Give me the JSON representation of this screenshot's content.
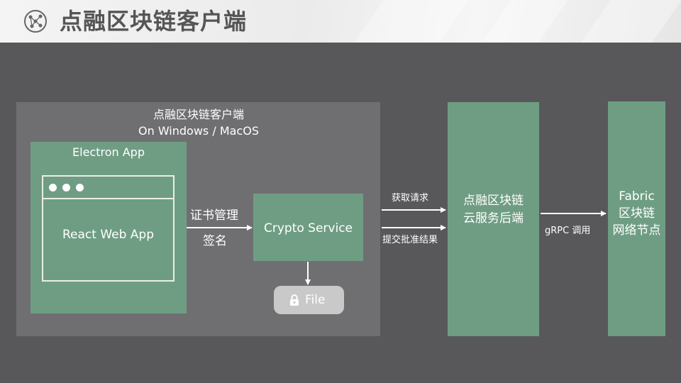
{
  "header": {
    "title": "点融区块链客户端",
    "logo_icon": "network-globe-icon"
  },
  "client": {
    "title_line1": "点融区块链客户端",
    "title_line2": "On Windows / MacOS",
    "electron_label": "Electron App",
    "react_label": "React Web App",
    "crypto_label": "Crypto Service",
    "file_label": "File",
    "file_icon": "lock-icon"
  },
  "edges": {
    "cert_manage": "证书管理",
    "sign": "签名",
    "fetch_request": "获取请求",
    "submit_result": "提交批准结果",
    "grpc_call": "gRPC 调用"
  },
  "cloud": {
    "line1": "点融区块链",
    "line2": "云服务后端"
  },
  "fabric": {
    "line1": "Fabric",
    "line2": "区块链",
    "line3": "网络节点"
  },
  "colors": {
    "node_green": "#6f9d83",
    "client_gray": "#6f6f71",
    "background": "#58585a",
    "file_gray": "#c9c9c9"
  }
}
